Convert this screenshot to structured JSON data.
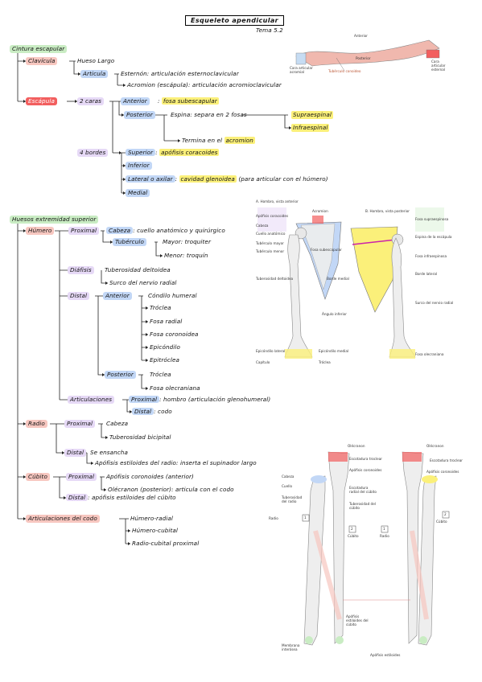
{
  "header": {
    "title": "Esqueleto apendicular",
    "tema": "Tema 5.2"
  },
  "cintura": {
    "title": "Cintura escapular",
    "clavicula": "Clavícula",
    "hueso_largo": "Hueso Largo",
    "articula": "Articula",
    "esternon": "Esternón: articulación esternoclavicular",
    "acromion": "Acromion (escápula): articulación acromioclavicular",
    "escapula": "Escápula",
    "dos_caras": "2 caras",
    "anterior": "Anterior",
    "fosa_sub": "fosa subescapular",
    "posterior": "Posterior",
    "espina": "Espina: separa en 2 fosas",
    "supraespinal": "Supraespinal",
    "infraespinal": "Infraespinal",
    "termina": "Termina en el",
    "acromion_word": "acromion",
    "cuatro_bordes": "4 bordes",
    "superior": "Superior",
    "apofisis_coracoides": "apófisis coracoides",
    "inferior": "Inferior",
    "lateral": "Lateral o axilar",
    "cavidad": "cavidad glenoidea",
    "cavidad_nota": "(para articular con el húmero)",
    "medial": "Medial"
  },
  "extremidad": {
    "title": "Huesos extremidad superior",
    "humero": "Húmero",
    "proximal": "Proximal",
    "cabeza": "Cabeza: cuello anatómico y quirúrgico",
    "tuberculo": "Tubérculo",
    "mayor": "Mayor: troquiter",
    "menor": "Menor: troquín",
    "diafisis": "Diáfisis",
    "tuberosidad": "Tuberosidad deltoidea",
    "surco": "Surco del nervio radial",
    "distal": "Distal",
    "anterior": "Anterior",
    "condilo": "Cóndilo humeral",
    "troclea": "Tróclea",
    "fosa_radial": "Fosa radial",
    "fosa_coronoidea": "Fosa coronoidea",
    "epicondilo": "Epicóndilo",
    "epitroclea": "Epitróclea",
    "posterior": "Posterior",
    "troclea2": "Tróclea",
    "fosa_olecraniana": "Fosa olecraniana",
    "articulaciones": "Articulaciones",
    "art_proximal": "Proximal: hombro (articulación glenohumeral)",
    "art_distal": "Distal: codo",
    "radio": "Radio",
    "r_proximal": "Proximal",
    "r_cabeza": "Cabeza",
    "r_tuberosidad": "Tuberosidad bicipital",
    "r_distal": "Distal",
    "r_ensancha": "Se ensancha",
    "r_apofisis": "Apófisis estiloides del radio: inserta el supinador largo",
    "cubito": "Cúbito",
    "c_proximal": "Proximal",
    "c_coronoides": "Apófisis coronoides (anterior)",
    "c_olecranon": "Olécranon (posterior): articula con el codo",
    "c_distal": "Distal: apófisis estiloides del cúbito",
    "codo": "Articulaciones del codo",
    "humero_radial": "Húmero-radial",
    "humero_cubital": "Húmero-cubital",
    "radio_cubital": "Radio-cubital proximal"
  },
  "fig_clavicle": {
    "anterior": "Anterior",
    "posterior": "Posterior",
    "tuberculo": "Tubérculo conoideo",
    "left": "Cara articular acromial",
    "right": "Cara articular esternal"
  },
  "fig_shoulder": {
    "a_label": "A. Hombro, vista anterior",
    "b_label": "B. Hombro, vista posterior",
    "acromion": "Acromion",
    "coracoides": "Apófisis coracoides",
    "cabeza": "Cabeza",
    "cuello": "Cuello anatómico",
    "fosa_sub": "Fosa subescapular",
    "fosa_supra": "Fosa supraespinosa",
    "fosa_infra": "Fosa infraespinosa",
    "espina": "Espina de la escápula",
    "tub_mayor": "Tubérculo mayor",
    "tub_menor": "Tubérculo menor",
    "deltoidea": "Tuberosidad deltoidea",
    "borde_medial": "Borde medial",
    "borde_lateral": "Borde lateral",
    "angulo": "Ángulo inferior",
    "epicondilo": "Epicóndilo lateral",
    "epitroclea": "Epicóndilo medial",
    "troclea": "Tróclea",
    "capitulo": "Capítulo",
    "fosa_olec": "Fosa olecraniana",
    "surco": "Surco del nervio radial"
  },
  "fig_forearm": {
    "olecranon1": "Olécranon",
    "olecranon2": "Olécranon",
    "escotadura1": "Escotadura troclear",
    "escotadura2": "Escotadura troclear",
    "coronoides1": "Apófisis coronoides",
    "coronoides2": "Apófisis coronoides",
    "cabeza": "Cabeza",
    "cuello": "Cuello",
    "escotadura_radial": "Escotadura radial del cúbito",
    "tub_radio": "Tuberosidad del radio",
    "tub_cubito": "Tuberosidad del cúbito",
    "radio": "Radio",
    "cubito": "Cúbito",
    "cubito2": "Cúbito",
    "radio2": "Radio",
    "n1": "1",
    "n2": "2",
    "n1b": "1",
    "n2b": "2",
    "estiloides_cubito": "Apófisis estiloides del cúbito",
    "membrana": "Membrana interósea",
    "estiloides_radio": "Apófisis estiloides"
  },
  "colors": {
    "green": "#c9ecc3",
    "pink": "#f7c7c0",
    "red": "#f25e5e",
    "purple": "#d9c4f1",
    "blue": "#c2d7f6",
    "yellow": "#fbf07a"
  }
}
